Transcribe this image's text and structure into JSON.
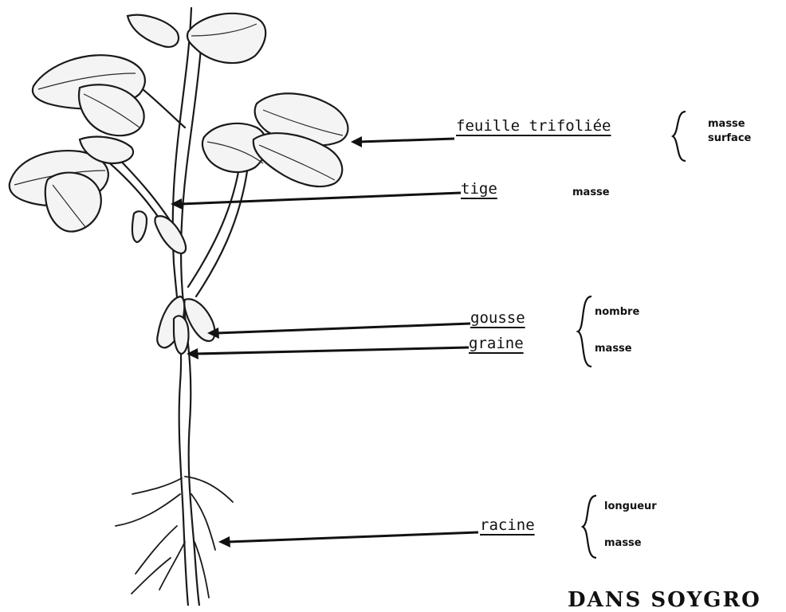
{
  "parts": [
    {
      "key": "leaf",
      "label": "feuille trifoliée",
      "properties": [
        "masse",
        "surface"
      ]
    },
    {
      "key": "stem",
      "label": "tige",
      "properties": [
        "masse"
      ]
    },
    {
      "key": "pod",
      "label": "gousse",
      "properties": [
        "nombre"
      ]
    },
    {
      "key": "seed",
      "label": "graine",
      "properties": [
        "masse"
      ]
    },
    {
      "key": "root",
      "label": "racine",
      "properties": [
        "longueur",
        "masse"
      ]
    }
  ],
  "footer": "DANS SOYGRO"
}
